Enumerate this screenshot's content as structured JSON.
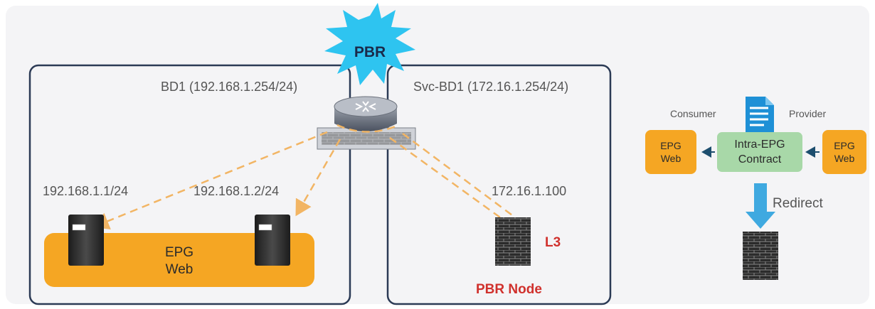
{
  "pbr_badge": "PBR",
  "left_domain": {
    "bd_label": "BD1 (192.168.1.254/24)",
    "host1_ip": "192.168.1.1/24",
    "host2_ip": "192.168.1.2/24",
    "epg_line1": "EPG",
    "epg_line2": "Web"
  },
  "right_domain": {
    "bd_label": "Svc-BD1 (172.16.1.254/24)",
    "node_ip": "172.16.1.100",
    "layer_label": "L3",
    "node_label": "PBR Node"
  },
  "contract_diagram": {
    "consumer_label": "Consumer",
    "provider_label": "Provider",
    "consumer_epg": "EPG\nWeb",
    "provider_epg": "EPG\nWeb",
    "contract_label": "Intra-EPG\nContract",
    "redirect_label": "Redirect"
  },
  "colors": {
    "orange": "#f5a623",
    "green": "#a8d8a8",
    "burst": "#2ec4f0",
    "arrow_blue": "#3fa9e0",
    "red_text": "#d0312d",
    "box_border": "#2b3a55"
  }
}
